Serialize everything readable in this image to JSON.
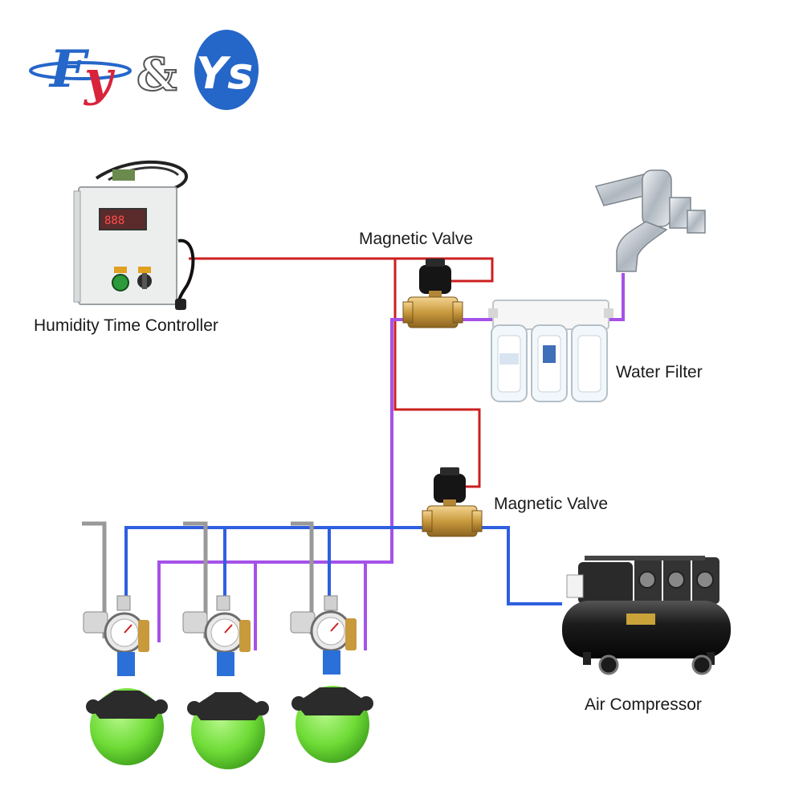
{
  "logo": {
    "text": "Fy&Ys"
  },
  "labels": {
    "controller": "Humidity Time Controller",
    "valve_top": "Magnetic Valve",
    "water_filter": "Water Filter",
    "valve_bottom": "Magnetic Valve",
    "compressor": "Air Compressor"
  },
  "colors": {
    "signal_wire": "#cc1f1f",
    "water_line": "#a552e8",
    "air_line": "#2f5fe0",
    "atomizer_green": "#7fe84a",
    "logo_blue": "#2566c9",
    "logo_red": "#d9233a"
  }
}
